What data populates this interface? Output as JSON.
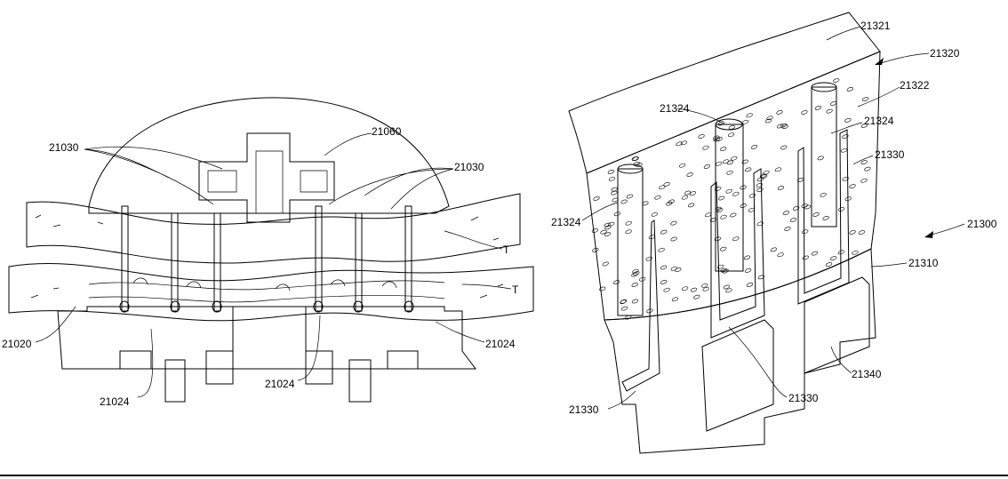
{
  "figure_left": {
    "labels": {
      "l21060": "21060",
      "l21030a": "21030",
      "l21030b": "21030",
      "lT1": "T",
      "lT2": "T",
      "l21020": "21020",
      "l21024a": "21024",
      "l21024b": "21024",
      "l21024c": "21024"
    }
  },
  "figure_right": {
    "labels": {
      "l21321": "21321",
      "l21320": "21320",
      "l21322": "21322",
      "l21324a": "21324",
      "l21324b": "21324",
      "l21324c": "21324",
      "l21330a": "21330",
      "l21300": "21300",
      "l21310": "21310",
      "l21340": "21340",
      "l21330b": "21330",
      "l21330c": "21330"
    }
  }
}
